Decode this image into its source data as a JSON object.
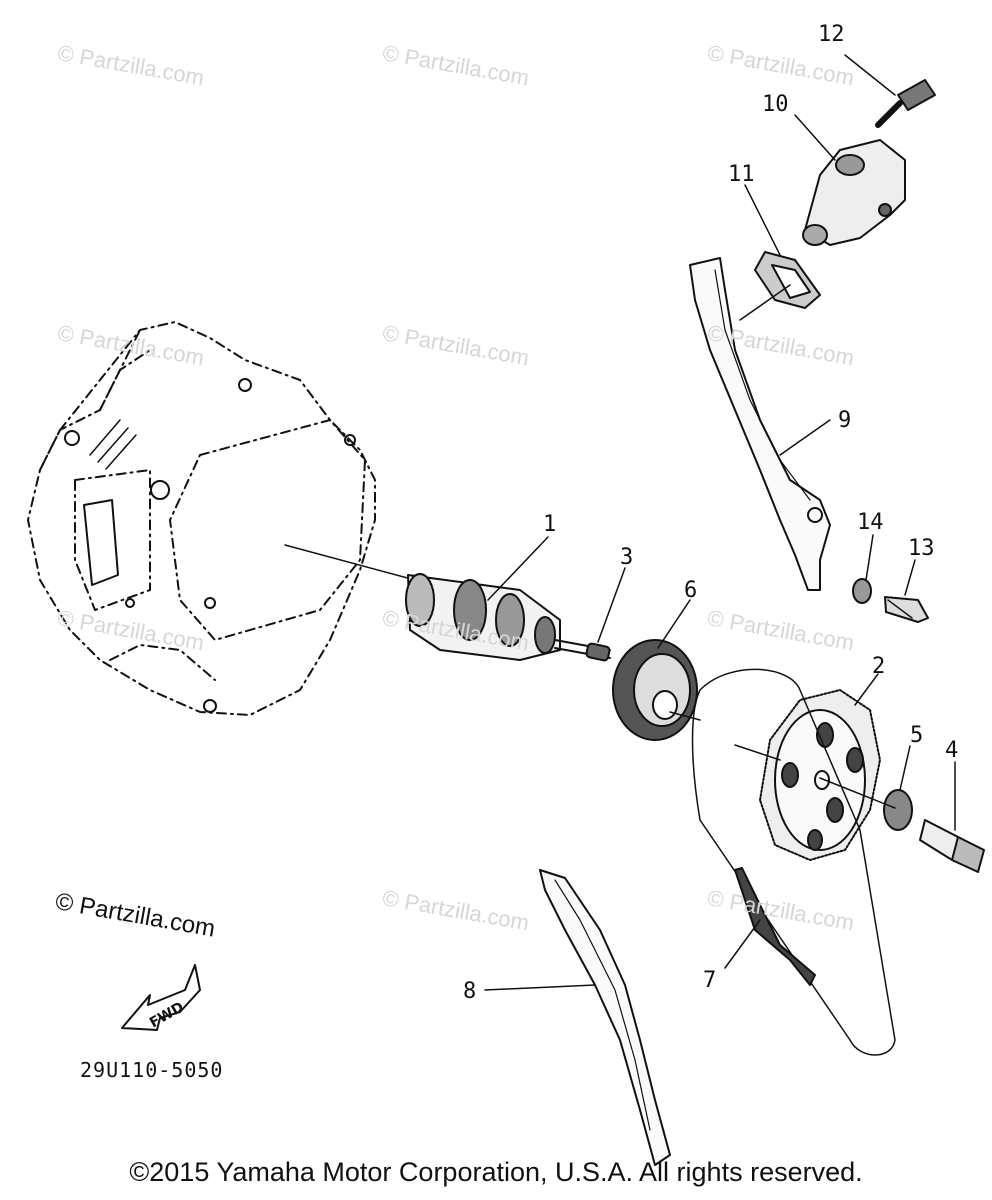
{
  "watermark": {
    "text": "© Partzilla.com",
    "prominent_text": "© Partzilla.com"
  },
  "callouts": [
    "1",
    "2",
    "3",
    "4",
    "5",
    "6",
    "7",
    "8",
    "9",
    "10",
    "11",
    "12",
    "13",
    "14"
  ],
  "direction_arrow_label": "FWD",
  "diagram_code": "29U110-5050",
  "copyright": "©2015  Yamaha Motor Corporation, U.S.A. All rights reserved.",
  "colors": {
    "ink": "#111111",
    "watermark": "#d6d6d6",
    "background": "#ffffff"
  }
}
